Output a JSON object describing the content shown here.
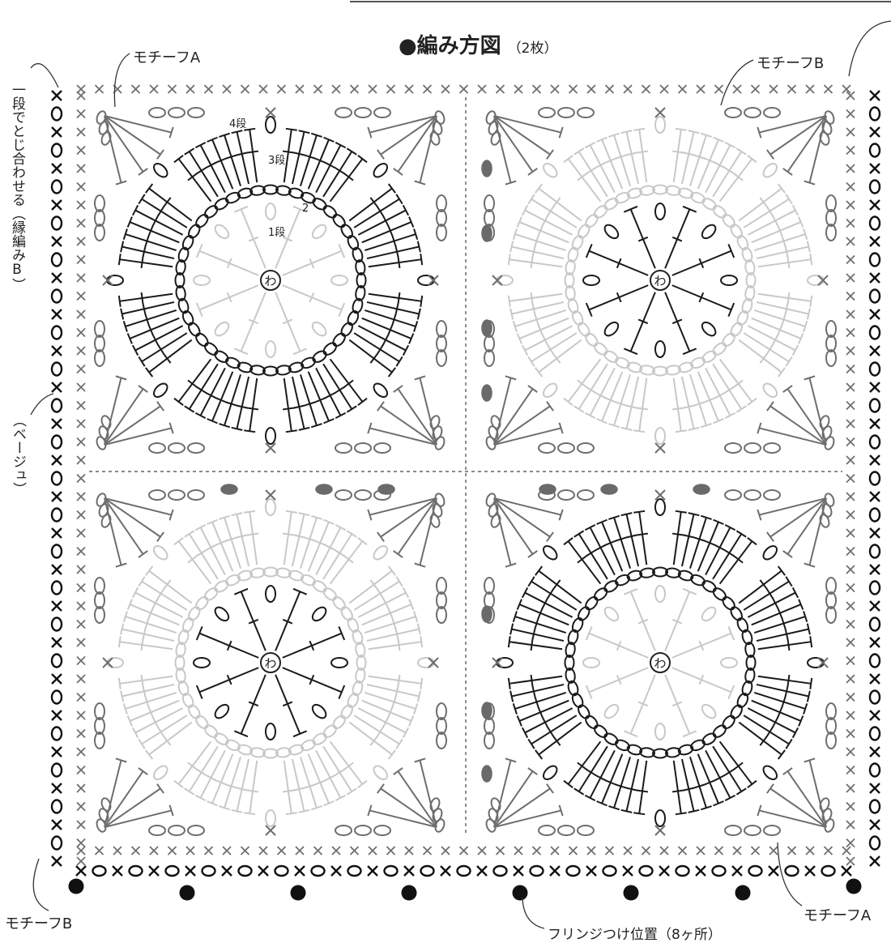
{
  "title": "●編み方図",
  "title_note": "（2枚）",
  "labels": {
    "motif_a_top": "モチーフA",
    "motif_b_top": "モチーフB",
    "motif_b_bottom": "モチーフB",
    "motif_a_bottom": "モチーフA",
    "fringe": "フリンジつけ位置（8ヶ所）",
    "join_side": "一段でとじ合わせる（縁編みB）",
    "beige": "（ベージュ）",
    "ring": "わ",
    "row1": "1段",
    "row2": "2",
    "row3": "3段",
    "row4": "4段"
  },
  "colors": {
    "dark": "#1a1a1a",
    "mid": "#6e6e6e",
    "light": "#c8c8c8",
    "fill": "#6a6a6a"
  },
  "motifs": [
    {
      "name": "motif-top-left",
      "type": "A"
    },
    {
      "name": "motif-top-right",
      "type": "B"
    },
    {
      "name": "motif-bottom-left",
      "type": "B"
    },
    {
      "name": "motif-bottom-right",
      "type": "A"
    }
  ],
  "fringe_count": 8
}
